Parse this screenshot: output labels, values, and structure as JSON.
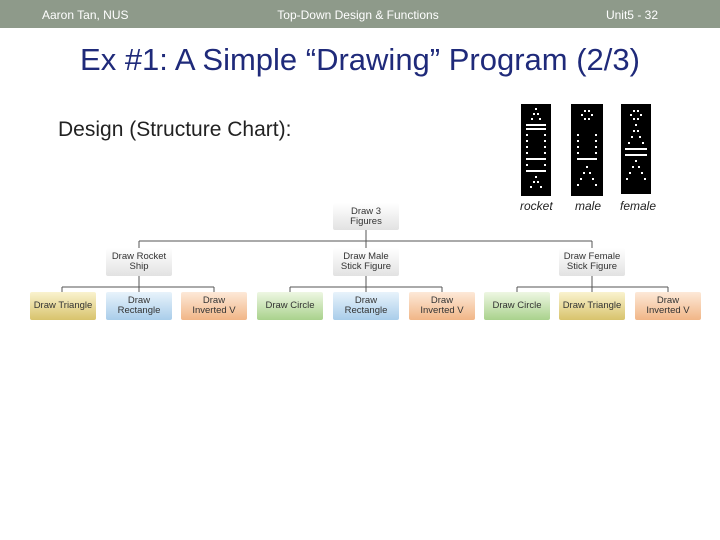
{
  "header": {
    "left": "Aaron Tan, NUS",
    "center": "Top-Down Design & Functions",
    "right": "Unit5 - 32"
  },
  "title": "Ex #1: A Simple “Drawing” Program (2/3)",
  "subtitle": "Design (Structure Chart):",
  "captions": {
    "rocket": "rocket",
    "male": "male",
    "female": "female"
  },
  "chart": {
    "root": "Draw 3\nFigures",
    "level1": [
      "Draw Rocket\nShip",
      "Draw Male\nStick Figure",
      "Draw Female\nStick Figure"
    ],
    "level2": [
      "Draw Triangle",
      "Draw\nRectangle",
      "Draw\nInverted V",
      "Draw Circle",
      "Draw\nRectangle",
      "Draw\nInverted V",
      "Draw Circle",
      "Draw Triangle",
      "Draw\nInverted V"
    ]
  },
  "colors": {
    "header_bg": "#8e9a8a",
    "title": "#1f2a7a",
    "triangle_node": "#d8c36c",
    "rectangle_node": "#a9cdea",
    "inverted_v_node": "#f1b687",
    "circle_node": "#a9d28c"
  }
}
